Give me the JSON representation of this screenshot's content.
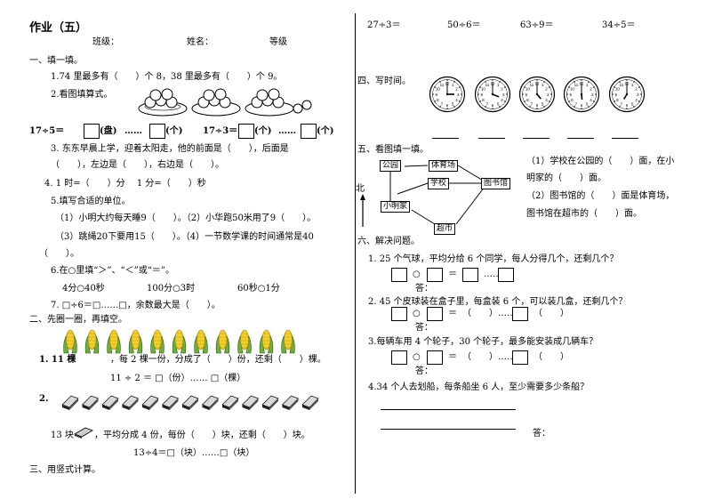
{
  "header": {
    "title": "作业（五）",
    "class_label": "班级：",
    "name_label": "姓名：",
    "grade_label": "等级"
  },
  "s1": {
    "title": "一、填一填。",
    "q1": "1.74 里最多有（　　）个 8，38 里最多有（　　）个 9。",
    "q2": "2.看图填算式。",
    "eq1a": "17÷5＝",
    "eq1b": "(盘)",
    "eq1c": "(个)",
    "eq2a": "17÷3＝",
    "eq2b": "(个)",
    "eq2c": "(个)",
    "q3a": "3.  东东早晨上学，迎着太阳走，他的前面是（　　），后面是",
    "q3b": "（　　），左边是（　　），右边是（　　）。",
    "q4": "4.  1 时=（　　）分　 1 分=（　　）秒",
    "q5": "5.填写合适的单位。",
    "q5a": "（1）小明大约每天睡9（　　）。（2）小华跑50米用了9（　　）。",
    "q5b": "（3）跳绳20下要用15（　　）。（4）一节数学课的时间通常是40",
    "q5c": "（　　）。",
    "q6": "6.在○里填“＞”、“＜”或“＝”。",
    "q6a": "4分○40秒",
    "q6b": "100分○3时",
    "q6c": "60秒○1分",
    "q7": "7. □÷6＝□……□，余数最大是（　　）。"
  },
  "s2": {
    "title": "二、先圈一圈，再填空。",
    "q1": "1.  11 棵",
    "q1b": "，每 2 棵一份，分成了（　　）份，还剩（　　）棵。",
    "q1eq": "11 ÷ 2 ＝ □（份）…… □（棵）",
    "q2": "2.",
    "q2a": "13 块",
    "q2b": "，平均分成 4 份，每份（　　）块，还剩（　　）块。",
    "q2eq": "13÷4＝□（块）……□（块）"
  },
  "s3": {
    "title": "三、用竖式计算。"
  },
  "right": {
    "calc": [
      "27÷3＝",
      "50÷6＝",
      "63÷9＝",
      "34÷5＝"
    ],
    "s4": "四、写时间。",
    "s5": "五、看图填一填。",
    "north": "北",
    "map": {
      "park": "公园",
      "gym": "体育场",
      "school": "学校",
      "library": "图书馆",
      "home": "小明家",
      "market": "超市"
    },
    "m1a": "（1）学校在公园的（　　）面，在小",
    "m1b": "明家的（　　）面。",
    "m2a": "（2）图书馆的（　　）面是体育场，",
    "m2b": "图书馆在超市的（　　）面。",
    "s6": "六、解决问题。",
    "p1": "1.  25 个气球，平均分给 6 个同学，每人分得几个，还剩几个？",
    "p2": "2.  45 个皮球装在盒子里，每盒装 6 个，可以装几盒，还剩几个？",
    "p3": "3.每辆车用 4 个轮子，30 个轮子，最多能安装成几辆车？",
    "p4": "4.34 个人去划船，每条船坐 6 人，至少需要多少条船？",
    "ans": "答：",
    "sym_circle": "○",
    "sym_eq": "＝",
    "sym_dots": "……",
    "paren": "（　　）"
  }
}
